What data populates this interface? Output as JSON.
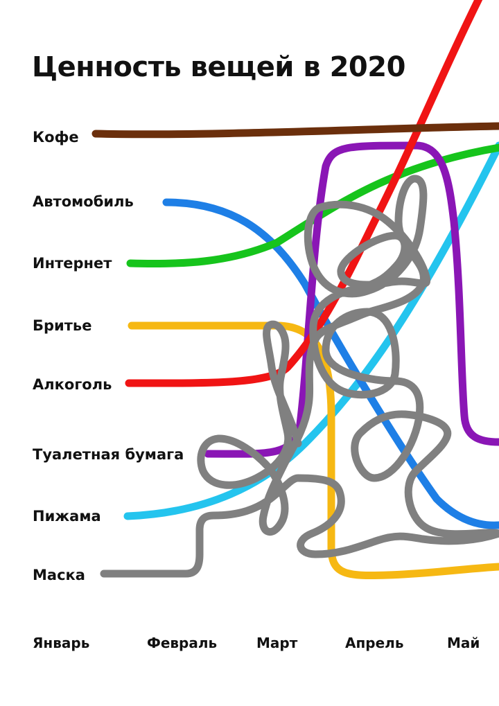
{
  "chart_data": {
    "type": "line",
    "title": "Ценность вещей в 2020",
    "xlabel": "",
    "ylabel": "",
    "categories": [
      "Январь",
      "Февраль",
      "Март",
      "Апрель",
      "Май"
    ],
    "series": [
      {
        "name": "Кофе",
        "color": "#6b2f0c",
        "trend": "flat-high"
      },
      {
        "name": "Автомобиль",
        "color": "#1e7fe6",
        "trend": "falls"
      },
      {
        "name": "Интернет",
        "color": "#16c41c",
        "trend": "rises"
      },
      {
        "name": "Бритье",
        "color": "#f6b813",
        "trend": "drops-to-bottom"
      },
      {
        "name": "Алкоголь",
        "color": "#f01414",
        "trend": "soars"
      },
      {
        "name": "Туалетная бумага",
        "color": "#8a16b5",
        "trend": "spikes-then-returns"
      },
      {
        "name": "Пижама",
        "color": "#24c4ee",
        "trend": "rises"
      },
      {
        "name": "Маска",
        "color": "#808080",
        "trend": "chaotic"
      }
    ],
    "grid": false,
    "legend": "left"
  }
}
